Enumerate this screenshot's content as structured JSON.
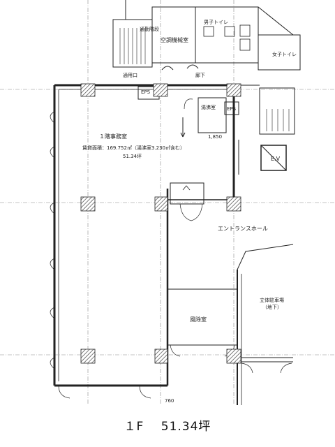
{
  "rooms": {
    "office": "１階事務室",
    "area_line": "賃貸面積：169.752㎡（湯沸室3.230㎡含む）",
    "area_tsubo": "51.34坪",
    "kitchenette": "湯沸室",
    "eps": "EPS",
    "eps2": "EPS",
    "corridor": "廊下",
    "stairs_emergency": "通勤階段",
    "machine_room": "空調機械室",
    "mens_wc": "男子トイレ",
    "womens_wc": "女子トイレ",
    "rear_door": "通用口",
    "elevator": "E.V",
    "entrance_hall": "エントランスホール",
    "windbreak": "風除室",
    "parking": "立体駐車場",
    "parking_sub": "（地下）",
    "dim_1": "1,850",
    "dim_2": "760"
  },
  "caption": {
    "floor": "１F",
    "area": "51.34坪"
  },
  "colors": {
    "wall": "#222222",
    "column_hatch": "#555555",
    "grid": "#888888"
  }
}
